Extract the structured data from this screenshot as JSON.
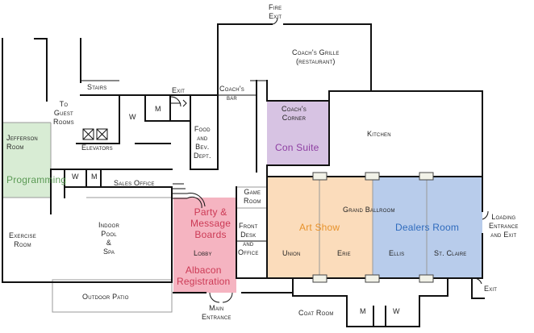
{
  "colors": {
    "jefferson_room": "#d8ecd4",
    "con_suite": "#d7c3e3",
    "art_show": "#fbdcbb",
    "dealers_room": "#b8cceb",
    "registration": "#f5b4c1",
    "wall": "#111111",
    "light_wall": "#9a9a9a"
  },
  "labels": {
    "fire_exit": "Fire\nExit",
    "coachs_grille": "Coach's Grille\n(restaurant)",
    "stairs": "Stairs",
    "exit_upper": "Exit",
    "to_guest_rooms": "To\nGuest\nRooms",
    "w_upper": "W",
    "m_upper": "M",
    "coachs_bar": "Coach's\nbar",
    "food_bev": "Food\nand\nBev.\nDept.",
    "coachs_corner": "Coach's\nCorner",
    "con_suite": "Con Suite",
    "kitchen": "Kitchen",
    "jefferson_room": "Jefferson\nRoom",
    "elevators": "Elevators",
    "programming": "Programming",
    "w_mid": "W",
    "m_mid": "M",
    "sales_office": "Sales Office",
    "game_room": "Game\nRoom",
    "grand_ballroom": "Grand Ballroom",
    "loading": "Loading\nEntrance\nand Exit",
    "exercise_room": "Exercise\nRoom",
    "indoor_pool": "Indoor\nPool\n&\nSpa",
    "party_boards": "Party &\nMessage\nBoards",
    "lobby": "Lobby",
    "front_desk": "Front\nDesk\nand\nOffice",
    "art_show": "Art Show",
    "dealers_room": "Dealers Room",
    "union": "Union",
    "erie": "Erie",
    "ellis": "Ellis",
    "st_claire": "St. Claire",
    "albacon_registration": "Albacon\nRegistration",
    "outdoor_patio": "Outdoor Patio",
    "exit_lower": "Exit",
    "main_entrance": "Main\nEntrance",
    "coat_room": "Coat Room",
    "m_lower": "M",
    "w_lower": "W"
  }
}
